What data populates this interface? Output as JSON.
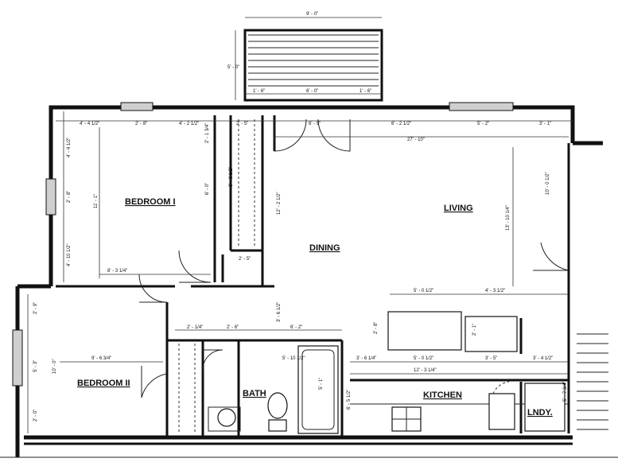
{
  "rooms": {
    "bedroom1": "BEDROOM I",
    "bedroom2": "BEDROOM II",
    "living": "LIVING",
    "dining": "DINING",
    "bath": "BATH",
    "kitchen": "KITCHEN",
    "laundry": "LNDY."
  },
  "dims": {
    "balcony_w": "9' - 0\"",
    "balcony_h": "5' - 0\"",
    "balcony_a": "1' - 6\"",
    "balcony_b": "6' - 0\"",
    "balcony_c": "1' - 6\"",
    "top_1": "4' - 4 1/2\"",
    "top_2": "2' - 8\"",
    "top_3": "4' - 2 1/2\"",
    "top_4": "2' - 5\"",
    "top_5": "6' - 9\"",
    "top_6": "6' - 2 1/2\"",
    "top_7": "5' - 2\"",
    "top_8": "3' - 1\"",
    "living_w": "27' - 10\"",
    "living_h": "13' - 10 1/4\"",
    "living_r": "10' - 0 1/2\"",
    "bed1_w": "8' - 3 1/4\"",
    "bed1_h": "11' - 1\"",
    "bed1_l1": "4' - 4 1/2\"",
    "bed1_l2": "2' - 8\"",
    "bed1_l3": "4' - 10 1/2\"",
    "closet_1": "2' - 1 3/4\"",
    "closet_2": "6' - 0\"",
    "closet_3": "3' - 3 1/2\"",
    "closet_4": "2' - 5\"",
    "dining_h": "12' - 2 1/2\"",
    "dining_h2": "3' - 6 1/2\"",
    "dining_w": "6' - 2\"",
    "island_w": "5' - 0 1/2\"",
    "island_w2": "5' - 0 1/2\"",
    "island_h": "2' - 8\"",
    "k_1": "4' - 3 1/2\"",
    "k_2": "3' - 5\"",
    "k_3": "3' - 4 1/2\"",
    "k_4": "2' - 1\"",
    "k_5": "3' - 6 1/4\"",
    "k_6": "12' - 3 1/4\"",
    "k_7": "6' - 5 1/2\"",
    "bath_1": "5' - 10 1/2\"",
    "bath_2": "5' - 1\"",
    "bath_3": "2' - 1/4\"",
    "bath_4": "2' - 6\"",
    "bed2_w": "9' - 6 3/4\"",
    "bed2_h": "10' - 0\"",
    "bed2_1": "2' - 9\"",
    "bed2_2": "5' - 3\"",
    "bed2_3": "2' - 0\"",
    "ldy": "5' - 7 3/4\""
  }
}
